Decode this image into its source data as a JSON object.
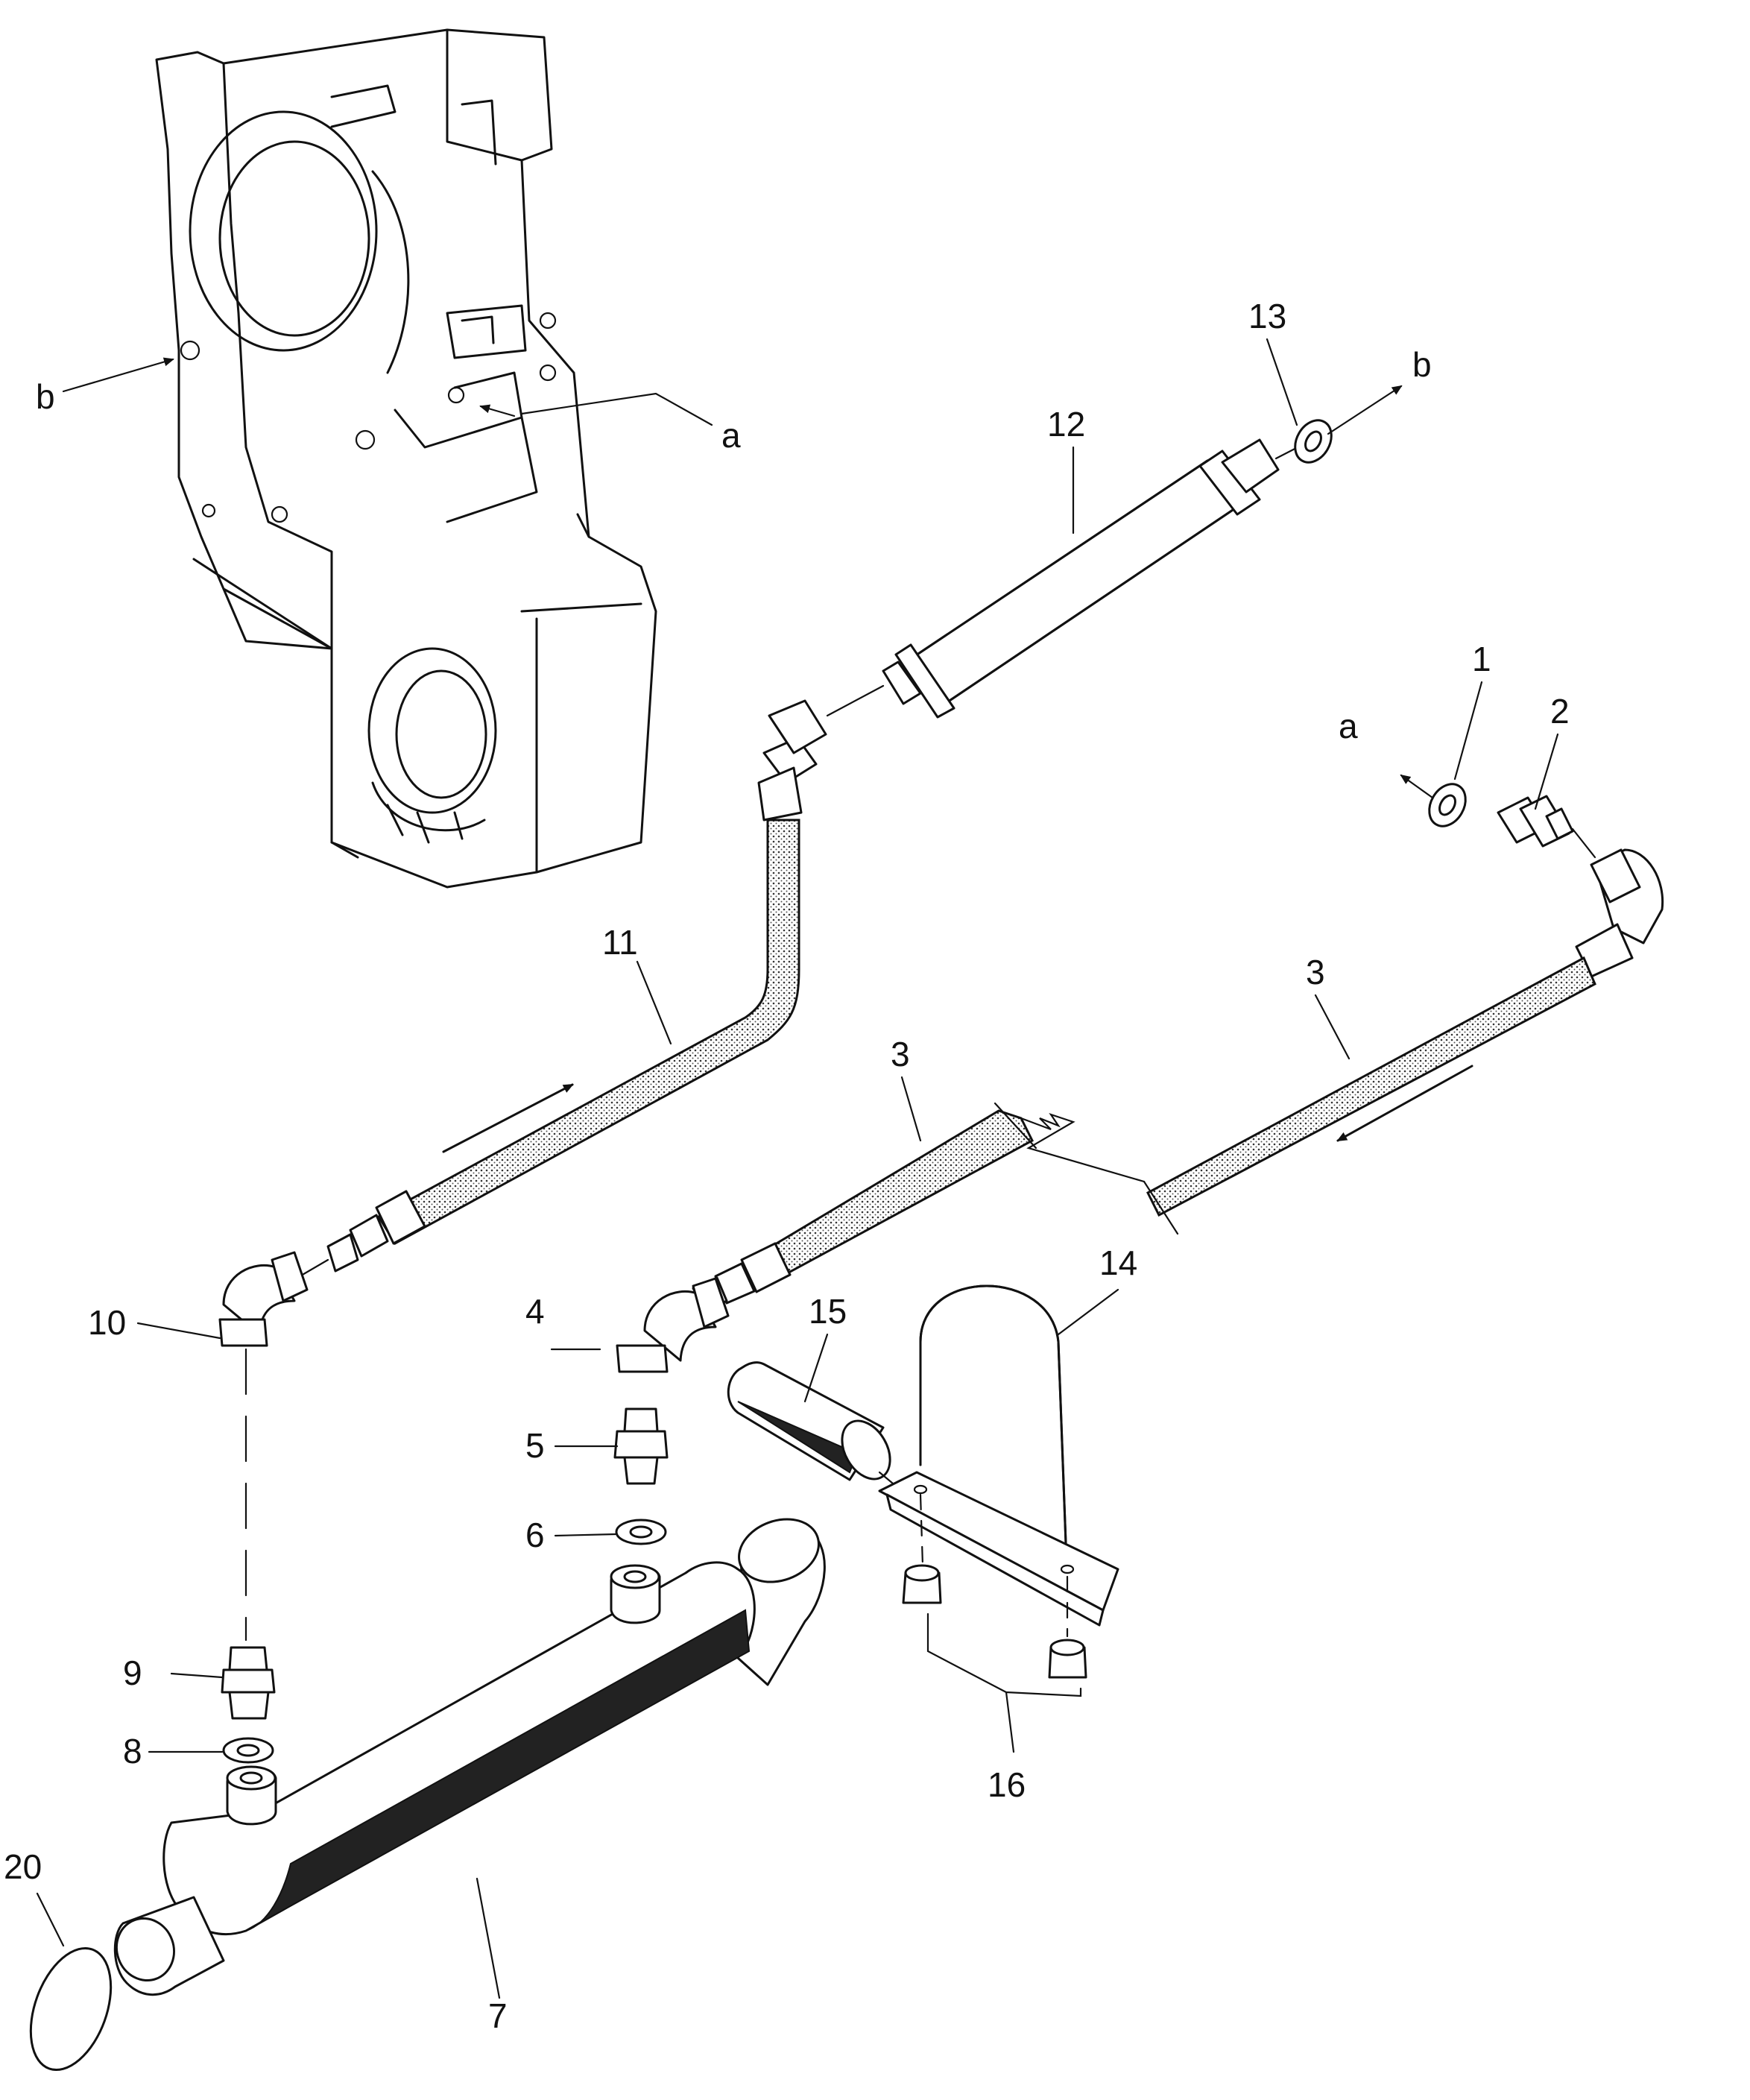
{
  "callouts": {
    "c1": "1",
    "c2": "2",
    "c3a": "3",
    "c3b": "3",
    "c4": "4",
    "c5": "5",
    "c6": "6",
    "c7": "7",
    "c8": "8",
    "c9": "9",
    "c10": "10",
    "c11": "11",
    "c12": "12",
    "c13": "13",
    "c14": "14",
    "c15": "15",
    "c16": "16",
    "c20": "20"
  },
  "connections": {
    "a_case": "a",
    "b_case": "b",
    "a_line": "a",
    "b_line": "b"
  }
}
